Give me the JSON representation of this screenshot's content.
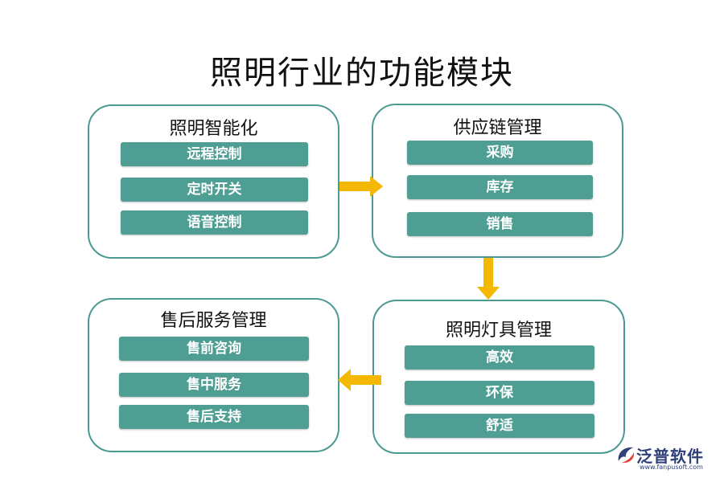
{
  "title": "照明行业的功能模块",
  "modules": [
    {
      "name": "照明智能化",
      "items": [
        "远程控制",
        "定时开关",
        "语音控制"
      ]
    },
    {
      "name": "供应链管理",
      "items": [
        "采购",
        "库存",
        "销售"
      ]
    },
    {
      "name": "照明灯具管理",
      "items": [
        "高效",
        "环保",
        "舒适"
      ]
    },
    {
      "name": "售后服务管理",
      "items": [
        "售前咨询",
        "售中服务",
        "售后支持"
      ]
    }
  ],
  "colors": {
    "border": "#4b9a92",
    "item_bg": "#4f9e93",
    "arrow": "#f5b800"
  },
  "logo": {
    "text": "泛普软件",
    "url": "www.fanpusoft.com"
  }
}
